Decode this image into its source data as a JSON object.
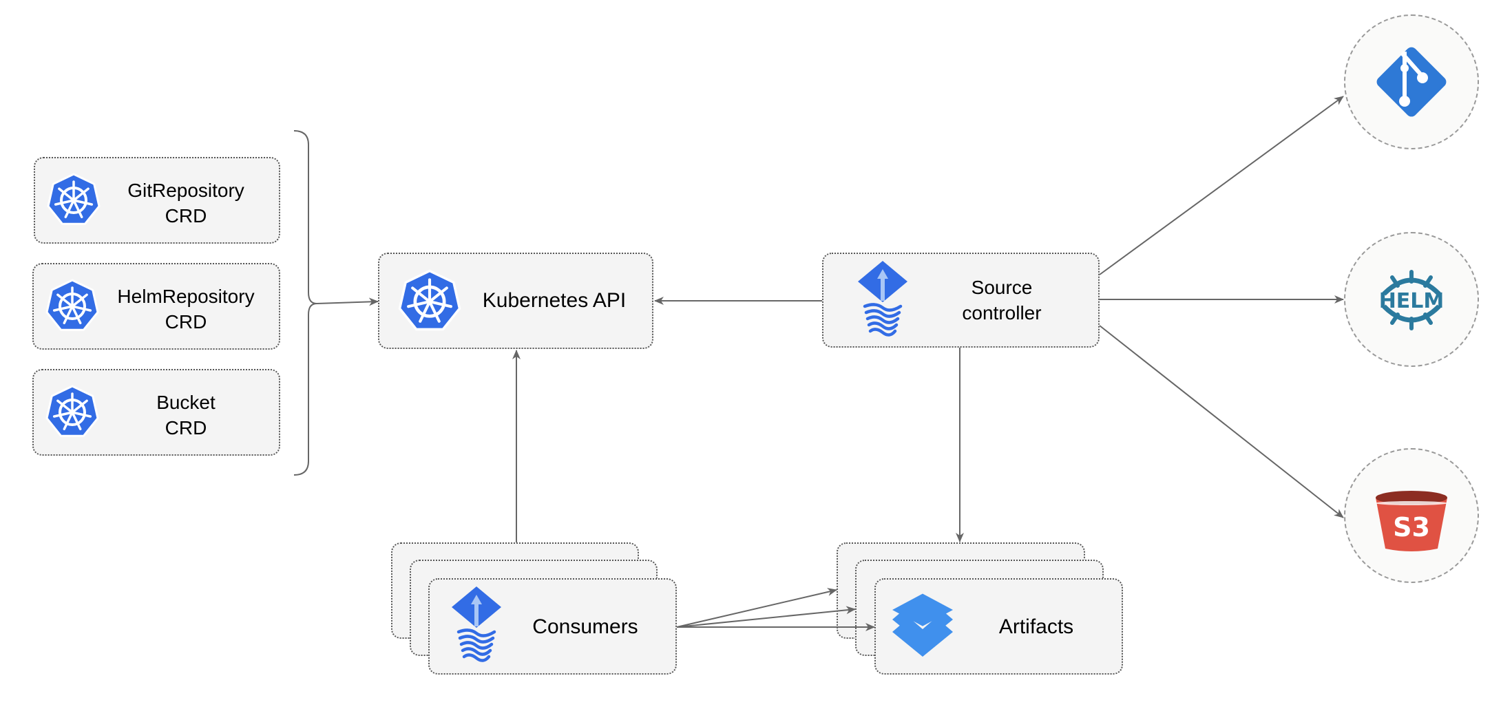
{
  "crds": [
    {
      "line1": "GitRepository",
      "line2": "CRD"
    },
    {
      "line1": "HelmRepository",
      "line2": "CRD"
    },
    {
      "line1": "Bucket",
      "line2": "CRD"
    }
  ],
  "kubernetes_api": {
    "label": "Kubernetes API"
  },
  "source_controller": {
    "line1": "Source",
    "line2": "controller"
  },
  "consumers": {
    "label": "Consumers"
  },
  "artifacts": {
    "label": "Artifacts"
  },
  "sources": [
    {
      "icon": "git-icon"
    },
    {
      "icon": "helm-icon",
      "text": "HELM"
    },
    {
      "icon": "s3-bucket-icon",
      "text": "S3"
    }
  ],
  "colors": {
    "kubernetes_blue": "#326ce5",
    "git_blue": "#2e79d6",
    "helm_teal": "#2b7a9e",
    "s3_red": "#e05243",
    "artifacts_blue": "#4090ed",
    "edge": "#666666"
  }
}
